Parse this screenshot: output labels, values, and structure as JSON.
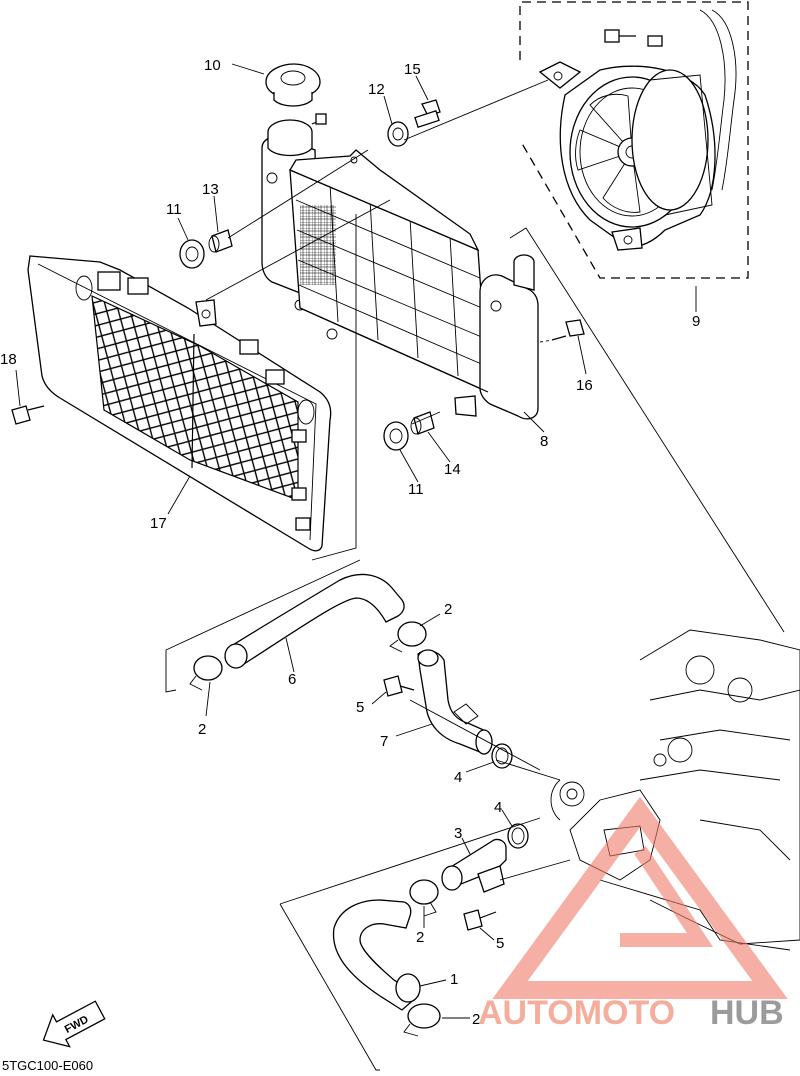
{
  "diagram": {
    "callouts": [
      {
        "id": "c10",
        "label": "10",
        "part": "radiator-cap"
      },
      {
        "id": "c15",
        "label": "15",
        "part": "bolt"
      },
      {
        "id": "c12",
        "label": "12",
        "part": "collar"
      },
      {
        "id": "c13",
        "label": "13",
        "part": "collar"
      },
      {
        "id": "c11a",
        "label": "11",
        "part": "grommet"
      },
      {
        "id": "c18",
        "label": "18",
        "part": "bolt"
      },
      {
        "id": "c9",
        "label": "9",
        "part": "fan-assembly"
      },
      {
        "id": "c16",
        "label": "16",
        "part": "bolt"
      },
      {
        "id": "c8",
        "label": "8",
        "part": "radiator"
      },
      {
        "id": "c14",
        "label": "14",
        "part": "collar"
      },
      {
        "id": "c11b",
        "label": "11",
        "part": "grommet"
      },
      {
        "id": "c17",
        "label": "17",
        "part": "radiator-guard"
      },
      {
        "id": "c2a",
        "label": "2",
        "part": "hose-clamp"
      },
      {
        "id": "c6",
        "label": "6",
        "part": "radiator-hose"
      },
      {
        "id": "c2b",
        "label": "2",
        "part": "hose-clamp"
      },
      {
        "id": "c5a",
        "label": "5",
        "part": "bolt"
      },
      {
        "id": "c7",
        "label": "7",
        "part": "water-pipe"
      },
      {
        "id": "c4a",
        "label": "4",
        "part": "o-ring"
      },
      {
        "id": "c4b",
        "label": "4",
        "part": "o-ring"
      },
      {
        "id": "c3",
        "label": "3",
        "part": "pipe-joint"
      },
      {
        "id": "c2c",
        "label": "2",
        "part": "hose-clamp"
      },
      {
        "id": "c5b",
        "label": "5",
        "part": "bolt"
      },
      {
        "id": "c1",
        "label": "1",
        "part": "radiator-hose"
      },
      {
        "id": "c2d",
        "label": "2",
        "part": "hose-clamp"
      }
    ],
    "fwd_label": "FWD",
    "diagram_code": "5TGC100-E060"
  },
  "watermark": {
    "brand_part1": "AUTOMOTO",
    "brand_part2": "HUB",
    "color_accent": "#f4a08a",
    "color_dark": "#8a8a8a",
    "logo_color": "#f07a6a"
  }
}
